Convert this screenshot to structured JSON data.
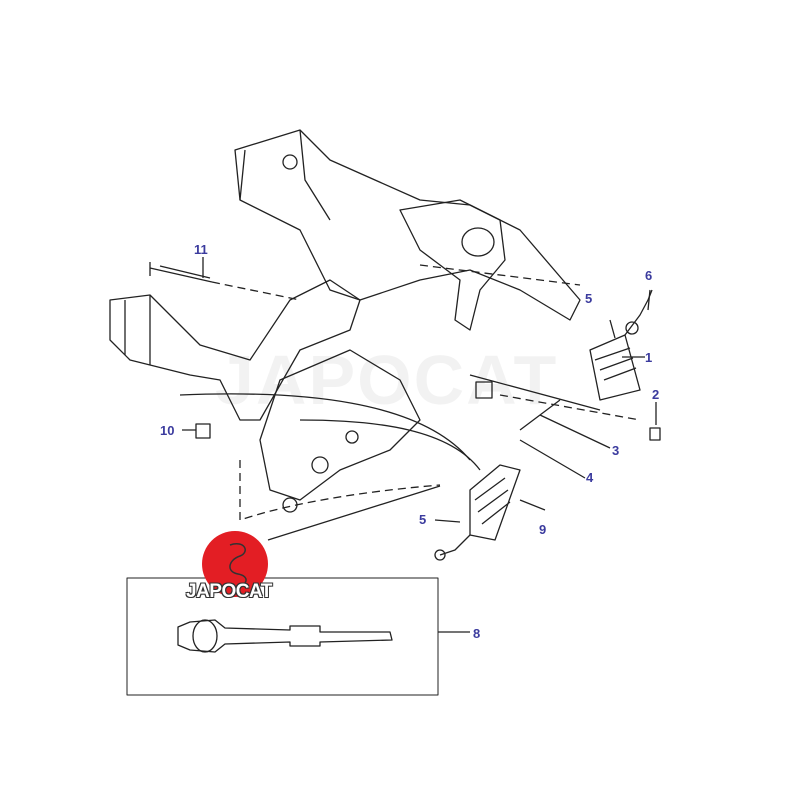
{
  "diagram": {
    "title": "Steering gear and tie rod assembly",
    "callouts": [
      "1",
      "2",
      "3",
      "4",
      "5",
      "5",
      "6",
      "8",
      "9",
      "10",
      "11"
    ],
    "colors": {
      "callout": "#3b3b9e",
      "logo_circle": "#e31e24",
      "line": "#222222"
    }
  },
  "logo": {
    "text": "JAPOCAT"
  },
  "watermark": {
    "text": "JAPOCAT"
  }
}
